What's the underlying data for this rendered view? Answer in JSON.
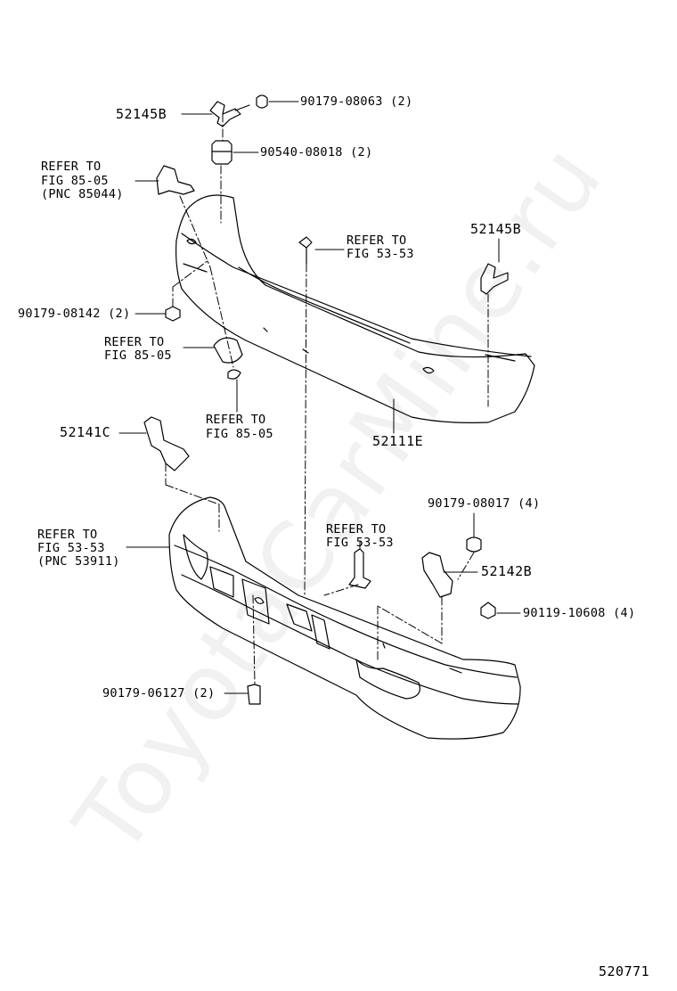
{
  "watermark": "ToyotaCarMine.ru",
  "diagram_number": "520771",
  "labels": {
    "p52145b_top": "52145B",
    "p90179_08063": "90179-08063 (2)",
    "p90540_08018": "90540-08018 (2)",
    "ref_85044_l1": "REFER TO",
    "ref_85044_l2": "FIG 85-05",
    "ref_85044_l3": "(PNC 85044)",
    "ref_5353_top_l1": "REFER TO",
    "ref_5353_top_l2": "FIG 53-53",
    "p52145b_right": "52145B",
    "p90179_08142": "90179-08142 (2)",
    "ref_8505_a_l1": "REFER TO",
    "ref_8505_a_l2": "FIG 85-05",
    "ref_8505_b_l1": "REFER TO",
    "ref_8505_b_l2": "FIG 85-05",
    "p52141c": "52141C",
    "p52111e": "52111E",
    "p90179_08017": "90179-08017 (4)",
    "ref_53911_l1": "REFER TO",
    "ref_53911_l2": "FIG 53-53",
    "ref_53911_l3": "(PNC 53911)",
    "ref_5353_mid_l1": "REFER TO",
    "ref_5353_mid_l2": "FIG 53-53",
    "p52142b": "52142B",
    "p90119_10608": "90119-10608 (4)",
    "p90179_06127": "90179-06127 (2)"
  }
}
